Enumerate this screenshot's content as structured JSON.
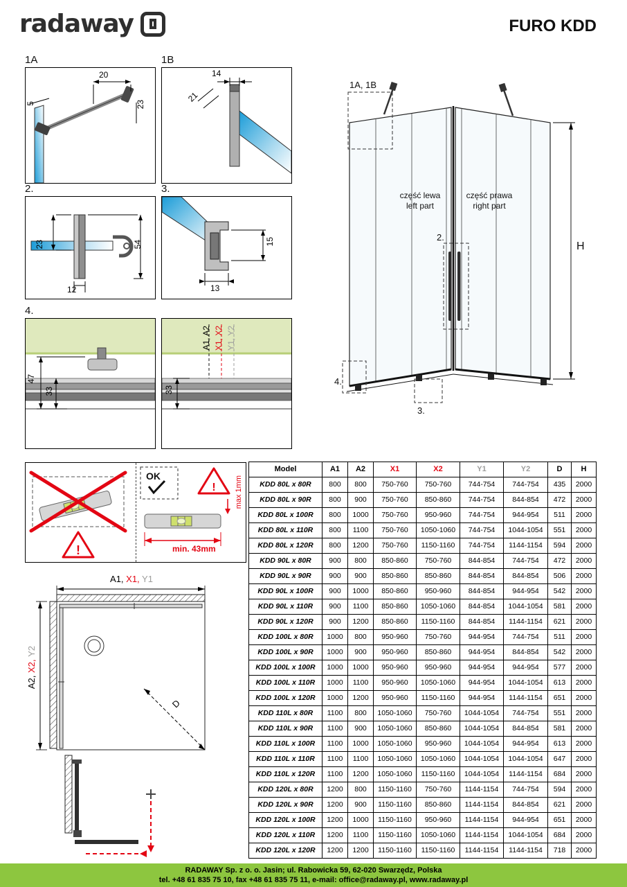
{
  "colors": {
    "accent_green": "#8dc63f",
    "warning_red": "#e30613",
    "secondary_gray": "#9d9d9c",
    "glass_blue": "#1b9cd8",
    "tray_green": "#dfe9bd"
  },
  "header": {
    "brand": "radaway",
    "title": "FURO KDD"
  },
  "figures": {
    "f1a": {
      "label": "1A",
      "dim_top": "20",
      "dim_right": "23",
      "dim_left": "5"
    },
    "f1b": {
      "label": "1B",
      "dim_top": "14",
      "dim_diag": "21"
    },
    "f2": {
      "label": "2.",
      "dim_left": "23",
      "dim_bottom": "12",
      "dim_right": "54"
    },
    "f3": {
      "label": "3.",
      "dim_bottom": "13",
      "dim_right": "15"
    },
    "f4": {
      "label": "4.",
      "dim_outer": "47",
      "dim_inner": "33",
      "dim_inner2": "33",
      "axis_a": "A1, A2",
      "axis_x": "X1, X2",
      "axis_y": "Y1, Y2"
    }
  },
  "iso": {
    "corner_ref": "1A, 1B",
    "left_line1": "część lewa",
    "left_line2": "left part",
    "right_line1": "część prawa",
    "right_line2": "right part",
    "handle_ref": "2.",
    "rail_ref": "3.",
    "floor_ref": "4.",
    "height_label": "H"
  },
  "install": {
    "ok": "OK",
    "warn": "!",
    "warn2": "!",
    "max_gap": "max 1mm",
    "min_width": "min. 43mm"
  },
  "plan": {
    "top_a": "A1, ",
    "top_x": "X1, ",
    "top_y": "Y1",
    "side_a": "A2, ",
    "side_x": "X2, ",
    "side_y": "Y2",
    "diag": "D"
  },
  "table": {
    "headers": [
      {
        "label": "Model",
        "cls": ""
      },
      {
        "label": "A1",
        "cls": ""
      },
      {
        "label": "A2",
        "cls": ""
      },
      {
        "label": "X1",
        "cls": "red"
      },
      {
        "label": "X2",
        "cls": "red"
      },
      {
        "label": "Y1",
        "cls": "gray"
      },
      {
        "label": "Y2",
        "cls": "gray"
      },
      {
        "label": "D",
        "cls": ""
      },
      {
        "label": "H",
        "cls": ""
      }
    ],
    "rows": [
      [
        "KDD 80L x 80R",
        "800",
        "800",
        "750-760",
        "750-760",
        "744-754",
        "744-754",
        "435",
        "2000"
      ],
      [
        "KDD 80L x 90R",
        "800",
        "900",
        "750-760",
        "850-860",
        "744-754",
        "844-854",
        "472",
        "2000"
      ],
      [
        "KDD 80L x 100R",
        "800",
        "1000",
        "750-760",
        "950-960",
        "744-754",
        "944-954",
        "511",
        "2000"
      ],
      [
        "KDD 80L x 110R",
        "800",
        "1100",
        "750-760",
        "1050-1060",
        "744-754",
        "1044-1054",
        "551",
        "2000"
      ],
      [
        "KDD 80L x 120R",
        "800",
        "1200",
        "750-760",
        "1150-1160",
        "744-754",
        "1144-1154",
        "594",
        "2000"
      ],
      [
        "KDD 90L x 80R",
        "900",
        "800",
        "850-860",
        "750-760",
        "844-854",
        "744-754",
        "472",
        "2000"
      ],
      [
        "KDD 90L x 90R",
        "900",
        "900",
        "850-860",
        "850-860",
        "844-854",
        "844-854",
        "506",
        "2000"
      ],
      [
        "KDD 90L x 100R",
        "900",
        "1000",
        "850-860",
        "950-960",
        "844-854",
        "944-954",
        "542",
        "2000"
      ],
      [
        "KDD 90L x 110R",
        "900",
        "1100",
        "850-860",
        "1050-1060",
        "844-854",
        "1044-1054",
        "581",
        "2000"
      ],
      [
        "KDD 90L x 120R",
        "900",
        "1200",
        "850-860",
        "1150-1160",
        "844-854",
        "1144-1154",
        "621",
        "2000"
      ],
      [
        "KDD 100L x 80R",
        "1000",
        "800",
        "950-960",
        "750-760",
        "944-954",
        "744-754",
        "511",
        "2000"
      ],
      [
        "KDD 100L x 90R",
        "1000",
        "900",
        "950-960",
        "850-860",
        "944-954",
        "844-854",
        "542",
        "2000"
      ],
      [
        "KDD 100L x 100R",
        "1000",
        "1000",
        "950-960",
        "950-960",
        "944-954",
        "944-954",
        "577",
        "2000"
      ],
      [
        "KDD 100L x 110R",
        "1000",
        "1100",
        "950-960",
        "1050-1060",
        "944-954",
        "1044-1054",
        "613",
        "2000"
      ],
      [
        "KDD 100L x 120R",
        "1000",
        "1200",
        "950-960",
        "1150-1160",
        "944-954",
        "1144-1154",
        "651",
        "2000"
      ],
      [
        "KDD 110L x 80R",
        "1100",
        "800",
        "1050-1060",
        "750-760",
        "1044-1054",
        "744-754",
        "551",
        "2000"
      ],
      [
        "KDD 110L x 90R",
        "1100",
        "900",
        "1050-1060",
        "850-860",
        "1044-1054",
        "844-854",
        "581",
        "2000"
      ],
      [
        "KDD 110L x 100R",
        "1100",
        "1000",
        "1050-1060",
        "950-960",
        "1044-1054",
        "944-954",
        "613",
        "2000"
      ],
      [
        "KDD 110L x 110R",
        "1100",
        "1100",
        "1050-1060",
        "1050-1060",
        "1044-1054",
        "1044-1054",
        "647",
        "2000"
      ],
      [
        "KDD 110L x 120R",
        "1100",
        "1200",
        "1050-1060",
        "1150-1160",
        "1044-1054",
        "1144-1154",
        "684",
        "2000"
      ],
      [
        "KDD 120L x 80R",
        "1200",
        "800",
        "1150-1160",
        "750-760",
        "1144-1154",
        "744-754",
        "594",
        "2000"
      ],
      [
        "KDD 120L x 90R",
        "1200",
        "900",
        "1150-1160",
        "850-860",
        "1144-1154",
        "844-854",
        "621",
        "2000"
      ],
      [
        "KDD 120L x 100R",
        "1200",
        "1000",
        "1150-1160",
        "950-960",
        "1144-1154",
        "944-954",
        "651",
        "2000"
      ],
      [
        "KDD 120L x 110R",
        "1200",
        "1100",
        "1150-1160",
        "1050-1060",
        "1144-1154",
        "1044-1054",
        "684",
        "2000"
      ],
      [
        "KDD 120L x 120R",
        "1200",
        "1200",
        "1150-1160",
        "1150-1160",
        "1144-1154",
        "1144-1154",
        "718",
        "2000"
      ]
    ]
  },
  "footer": {
    "line1": "RADAWAY Sp. z o. o. Jasin; ul. Rabowicka 59, 62-020 Swarzędz, Polska",
    "line2": "tel. +48 61 835 75 10, fax +48 61 835 75 11, e-mail: office@radaway.pl, www.radaway.pl"
  }
}
